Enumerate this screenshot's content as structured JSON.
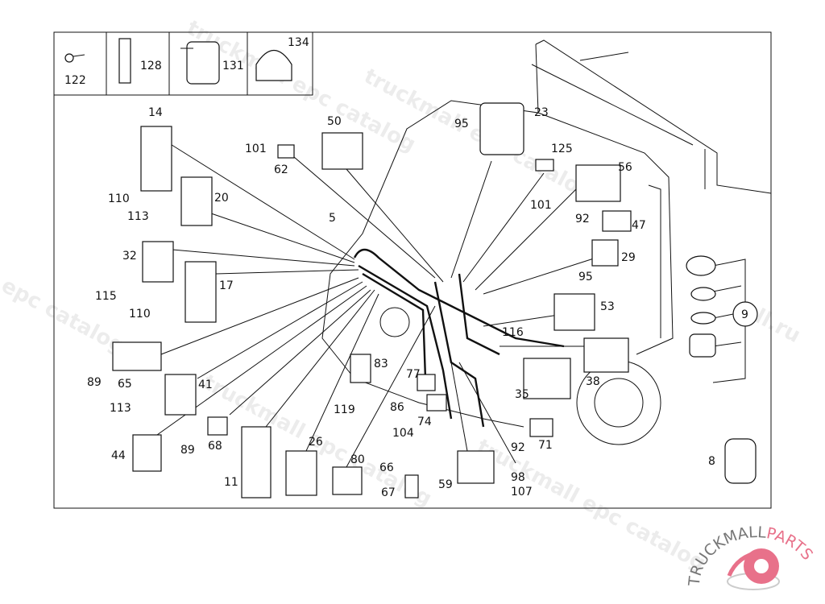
{
  "watermark": "truckmall epc catalog",
  "watermark_alt": "epc catalog",
  "watermark_url": "all.ru",
  "logo": {
    "text_dark": "TRUCKMALL",
    "text_accent": "PARTS",
    "accent_color": "#e8718a",
    "dark_color": "#777777"
  },
  "inset": [
    "122",
    "128",
    "131",
    "134"
  ],
  "callouts": [
    "14",
    "110",
    "113",
    "20",
    "32",
    "115",
    "110",
    "17",
    "89",
    "65",
    "41",
    "113",
    "44",
    "89",
    "68",
    "11",
    "26",
    "80",
    "66",
    "67",
    "101",
    "62",
    "50",
    "5",
    "83",
    "119",
    "77",
    "86",
    "74",
    "104",
    "59",
    "95",
    "23",
    "125",
    "56",
    "101",
    "92",
    "47",
    "29",
    "95",
    "53",
    "116",
    "38",
    "35",
    "71",
    "92",
    "98",
    "107",
    "9",
    "8"
  ]
}
